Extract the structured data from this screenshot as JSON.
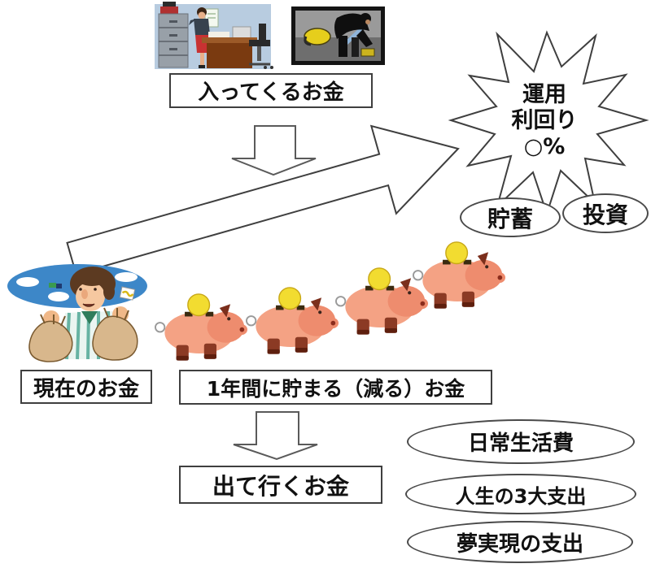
{
  "diagram": {
    "boxes": {
      "incoming": "入ってくるお金",
      "current": "現在のお金",
      "yearly": "1年間に貯まる（減る）お金",
      "outgoing": "出て行くお金"
    },
    "starburst": {
      "line1": "運用",
      "line2": "利回り",
      "line3": "○%"
    },
    "bubbles": {
      "savings": "貯蓄",
      "investment": "投資",
      "daily_living": "日常生活費",
      "three_major": "人生の3大支出",
      "dream": "夢実現の支出"
    },
    "colors": {
      "pig_body": "#f4a284",
      "pig_dark": "#8b3a24",
      "coin": "#f2dc30",
      "sky_ellipse": "#3d87c8",
      "money_bag": "#d8b78c",
      "outline": "#3f3f3f"
    }
  }
}
